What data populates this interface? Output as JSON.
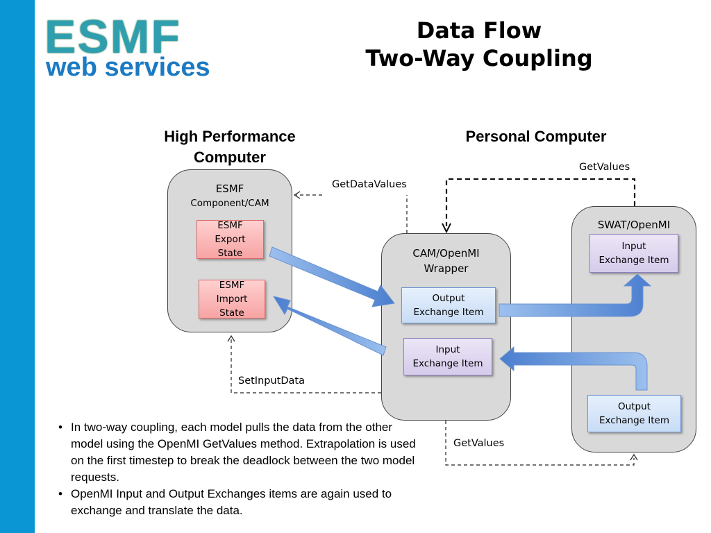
{
  "logo": {
    "line1": "ESMF",
    "line2": "web services"
  },
  "title": {
    "line1": "Data Flow",
    "line2": "Two-Way Coupling"
  },
  "columns": {
    "hpc": {
      "line1": "High Performance",
      "line2": "Computer"
    },
    "pc": "Personal Computer"
  },
  "hpc_panel": {
    "title": "ESMF",
    "subtitle": "Component/CAM",
    "export_box": [
      "ESMF",
      "Export",
      "State"
    ],
    "import_box": [
      "ESMF",
      "Import",
      "State"
    ]
  },
  "wrapper_panel": {
    "title": [
      "CAM/OpenMI",
      "Wrapper"
    ],
    "output_box": [
      "Output",
      "Exchange Item"
    ],
    "input_box": [
      "Input",
      "Exchange Item"
    ]
  },
  "swat_panel": {
    "title": "SWAT/OpenMI",
    "input_box": [
      "Input",
      "Exchange Item"
    ],
    "output_box": [
      "Output",
      "Exchange Item"
    ]
  },
  "labels": {
    "get_data_values": "GetDataValues",
    "get_values_top": "GetValues",
    "set_input_data": "SetInputData",
    "get_values_bottom": "GetValues"
  },
  "bullets": [
    "In two-way coupling, each model pulls the data from the other model using the OpenMI GetValues method. Extrapolation is used on the first timestep to break the deadlock between the two model requests.",
    "OpenMI Input and Output Exchanges items are again used to exchange and translate the data."
  ],
  "colors": {
    "sidebar": "#0a96d4",
    "arrow_blue": "#5b8fd6"
  }
}
